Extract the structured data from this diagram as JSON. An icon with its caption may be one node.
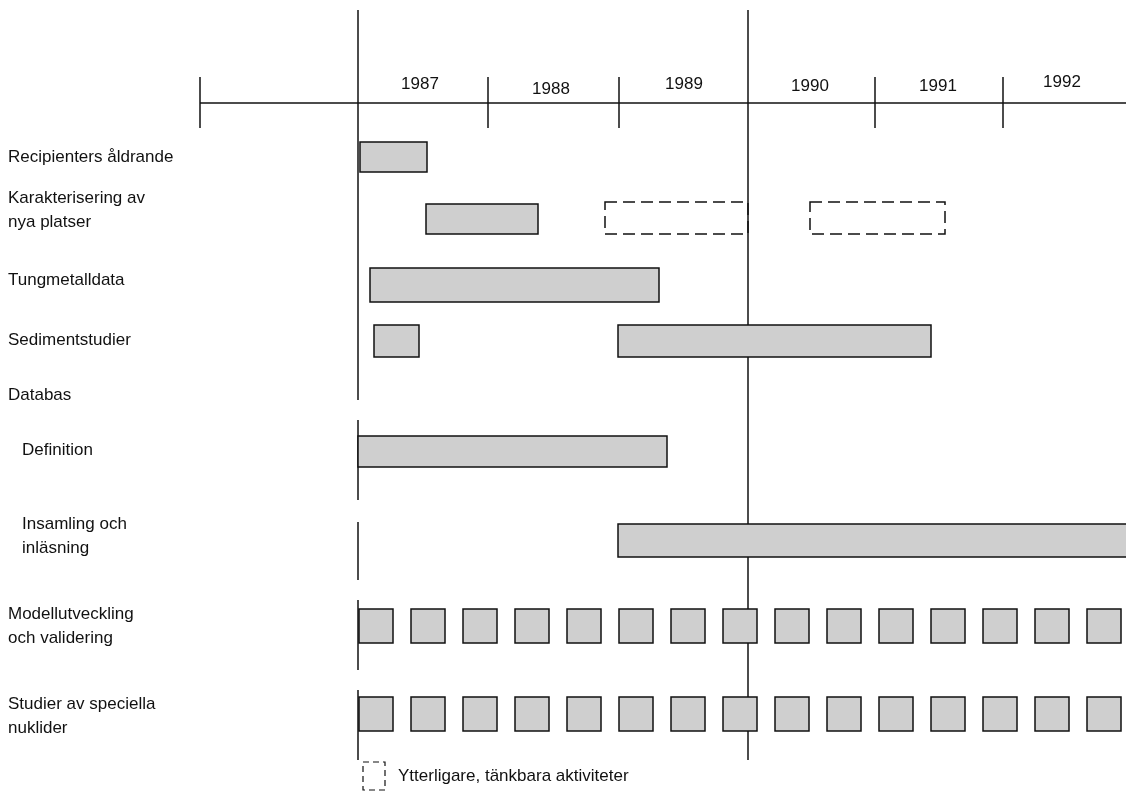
{
  "diagram": {
    "labels": [
      "1987",
      "1988",
      "1989",
      "1990",
      "1991",
      "1992",
      "Recipienters åldrande",
      "Karakterisering av nya platser",
      "Tungmetalldata",
      "Sedimentstudier",
      "Databas",
      "Definition",
      "Insamling och inläsning",
      "Modellutveckling och validering",
      "Studier av speciella nuklider"
    ],
    "legend": [
      {
        "text": "Ytterligare, tänkbara aktiviteter"
      }
    ]
  }
}
